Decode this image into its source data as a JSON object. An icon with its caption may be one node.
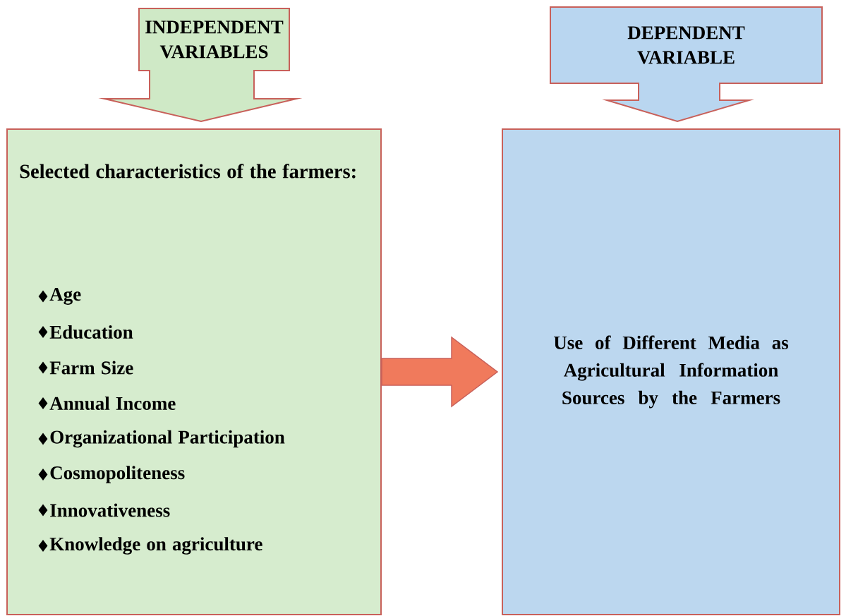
{
  "diagram": {
    "nodes": [
      {
        "text": [
          "INDEPENDENT VARIABLES"
        ]
      },
      {
        "text": [
          "Selected characteristics of the farmers:",
          "Age",
          "Education",
          "Farm Size",
          "Annual Income",
          "Organizational Participation",
          "Cosmopoliteness",
          "Innovativeness",
          "Knowledge on agriculture"
        ]
      },
      {
        "text": [
          "DEPENDENT VARIABLE"
        ]
      },
      {
        "text": [
          "Use of Different Media as Agricultural Information Sources by the Farmers"
        ]
      }
    ],
    "edges": [
      {
        "from": 1,
        "to": 3,
        "arrow": "to"
      }
    ]
  }
}
